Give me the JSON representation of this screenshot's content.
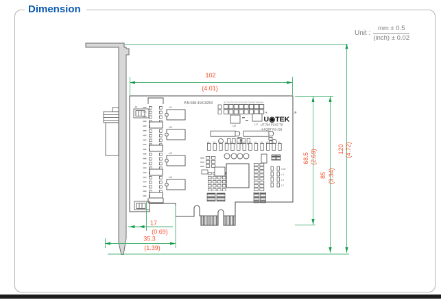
{
  "page": {
    "title": "Dimension",
    "unit_label": "Unit :",
    "unit_mm": "mm ± 0.5",
    "unit_inch": "(inch) ± 0.02"
  },
  "dimensions": {
    "width_mm": "102",
    "width_in": "(4.01)",
    "pcb_height_mm": "68.5",
    "pcb_height_in": "(2.69)",
    "edge_height_mm": "85",
    "edge_height_in": "(3.34)",
    "total_height_mm": "120",
    "total_height_in": "(4.72)",
    "offset_mm": "17",
    "offset_in": "(0.69)",
    "bottom_width_mm": "35.3",
    "bottom_width_in": "(1.39)"
  },
  "board": {
    "part_number": "P/N:038-41010253",
    "header_pins": "NC TX0 TX1 RX1 TX2 RX2 TX3 RX3 TX4 RX4",
    "header_plus": "+",
    "brand": "U◉TEK",
    "brand_reg": "®",
    "model_line1": "UT-784 PCI-E TO",
    "model_line2": "4 PORT RS-232",
    "ic1": "U1",
    "ic2": "U2",
    "ic3": "U3",
    "ic4": "U4",
    "jumper1": "U5",
    "jumper2": "U7",
    "side1": "C38",
    "side2": "L4",
    "side3": "L3",
    "side4": "L2",
    "conn1": "J2"
  },
  "colors": {
    "dimension_line": "#4cb377",
    "dimension_text": "#f4512c",
    "outline": "#4a4a4a",
    "accent_blue": "#0a58b0"
  }
}
